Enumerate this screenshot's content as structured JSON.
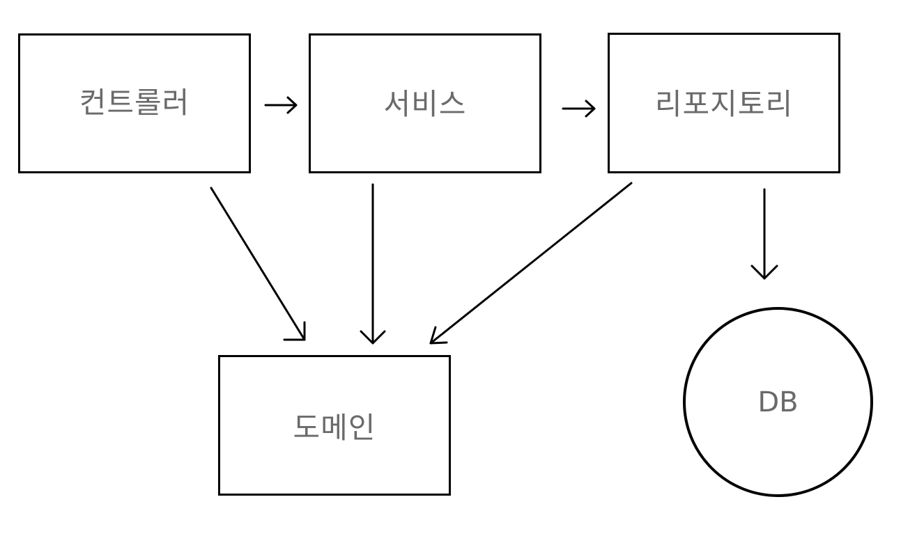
{
  "diagram": {
    "nodes": {
      "controller": "컨트롤러",
      "service": "서비스",
      "repository": "리포지토리",
      "domain": "도메인",
      "db": "DB"
    },
    "edges": [
      {
        "from": "controller",
        "to": "service"
      },
      {
        "from": "service",
        "to": "repository"
      },
      {
        "from": "controller",
        "to": "domain"
      },
      {
        "from": "service",
        "to": "domain"
      },
      {
        "from": "repository",
        "to": "domain"
      },
      {
        "from": "repository",
        "to": "db"
      }
    ]
  }
}
